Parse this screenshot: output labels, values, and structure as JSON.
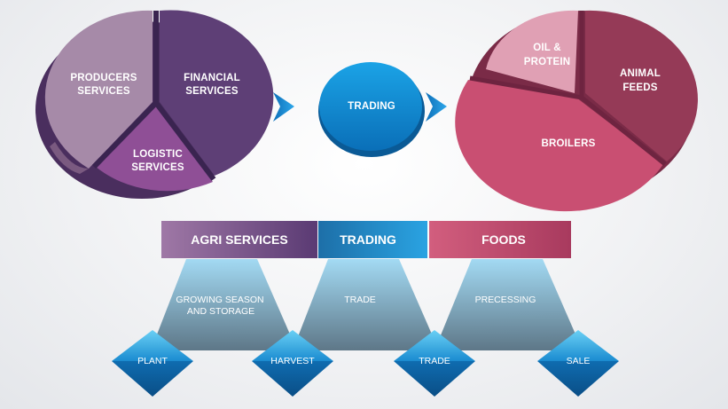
{
  "left_pie": {
    "producers_line1": "PRODUCERS",
    "producers_line2": "SERVICES",
    "financial_line1": "FINANCIAL",
    "financial_line2": "SERVICES",
    "logistic_line1": "LOGISTIC",
    "logistic_line2": "SERVICES"
  },
  "center": {
    "trading": "TRADING"
  },
  "right_pie": {
    "oil_line1": "OIL &",
    "oil_line2": "PROTEIN",
    "feeds_line1": "ANIMAL",
    "feeds_line2": "FEEDS",
    "broilers": "BROILERS"
  },
  "headers": {
    "agri": "AGRI SERVICES",
    "trading": "TRADING",
    "foods": "FOODS"
  },
  "cones": {
    "growing_line1": "GROWING SEASON",
    "growing_line2": "AND STORAGE",
    "trade": "TRADE",
    "processing": "PRECESSING"
  },
  "diamonds": {
    "plant": "PLANT",
    "harvest": "HARVEST",
    "trade": "TRADE",
    "sale": "SALE"
  },
  "colors": {
    "purple_dark": "#5c3d73",
    "purple_light": "#a68aa8",
    "purple_mid": "#8e4f93",
    "blue": "#1a8ed6",
    "pink": "#c94f72",
    "pink_light": "#e0a0b4",
    "maroon": "#953a57"
  }
}
